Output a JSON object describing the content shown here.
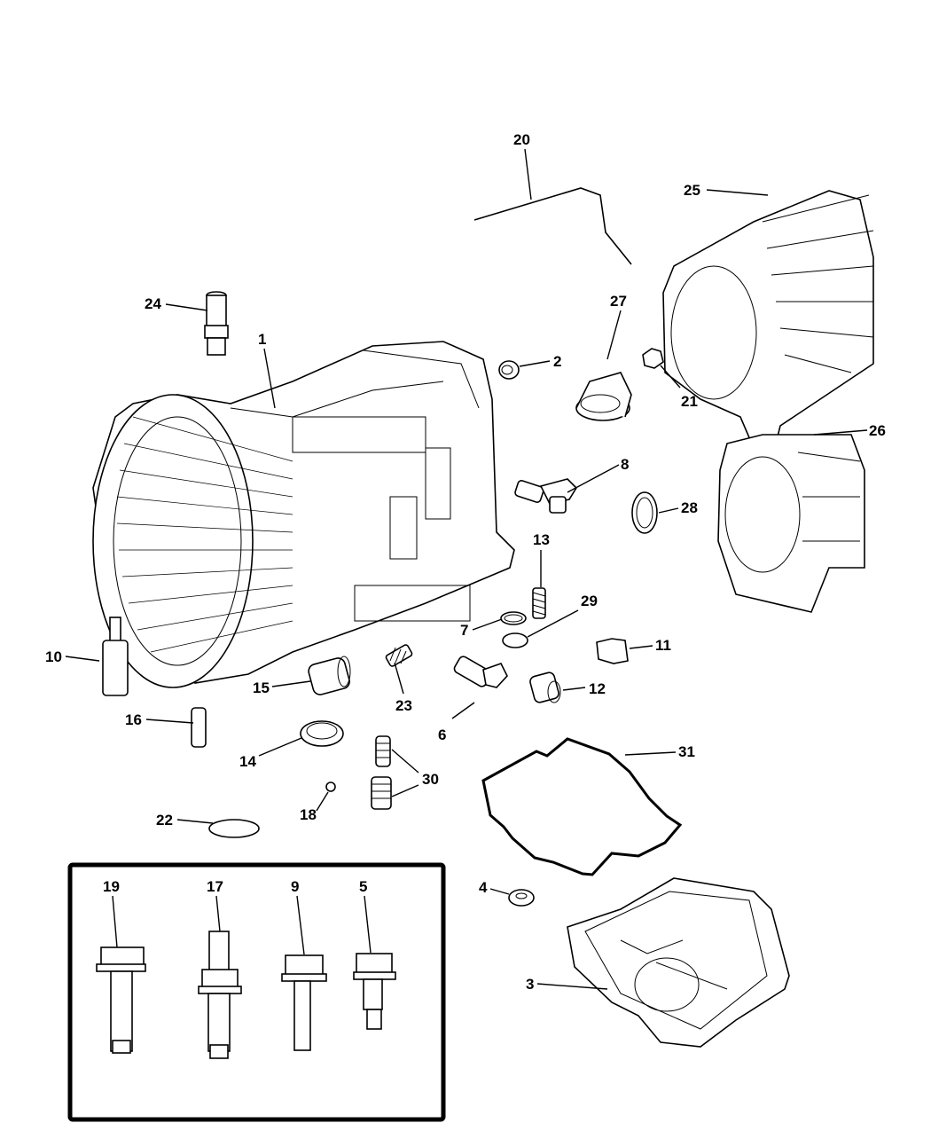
{
  "diagram": {
    "type": "exploded-parts-diagram",
    "subject": "automatic transmission case and related parts",
    "callouts": {
      "c1": "1",
      "c2": "2",
      "c3": "3",
      "c4": "4",
      "c5": "5",
      "c6": "6",
      "c7": "7",
      "c8": "8",
      "c9": "9",
      "c10": "10",
      "c11": "11",
      "c12": "12",
      "c13": "13",
      "c14": "14",
      "c15": "15",
      "c16": "16",
      "c17": "17",
      "c18": "18",
      "c19": "19",
      "c20": "20",
      "c21": "21",
      "c22": "22",
      "c23": "23",
      "c24": "24",
      "c25": "25",
      "c26": "26",
      "c27": "27",
      "c28": "28",
      "c29": "29",
      "c30": "30",
      "c31": "31"
    },
    "bolt_inset_callouts": [
      "19",
      "17",
      "9",
      "5"
    ],
    "colors": {
      "line": "#000000",
      "background": "#ffffff"
    }
  }
}
